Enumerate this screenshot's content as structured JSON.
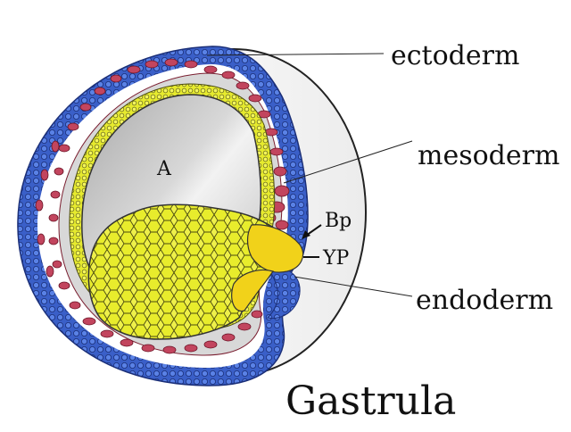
{
  "title": "Gastrula",
  "labels": {
    "ectoderm": "ectoderm",
    "mesoderm": "mesoderm",
    "endoderm": "endoderm",
    "archenteron": "A",
    "blastopore": "Bp",
    "yolk_plug": "YP"
  },
  "colors": {
    "ectoderm": "#3a5fc8",
    "mesoderm": "#c2455e",
    "endoderm": "#e6ea2e",
    "yolk_plug": "#f1d21a",
    "cavity": "#c9c9c9",
    "outline": "#222222"
  }
}
